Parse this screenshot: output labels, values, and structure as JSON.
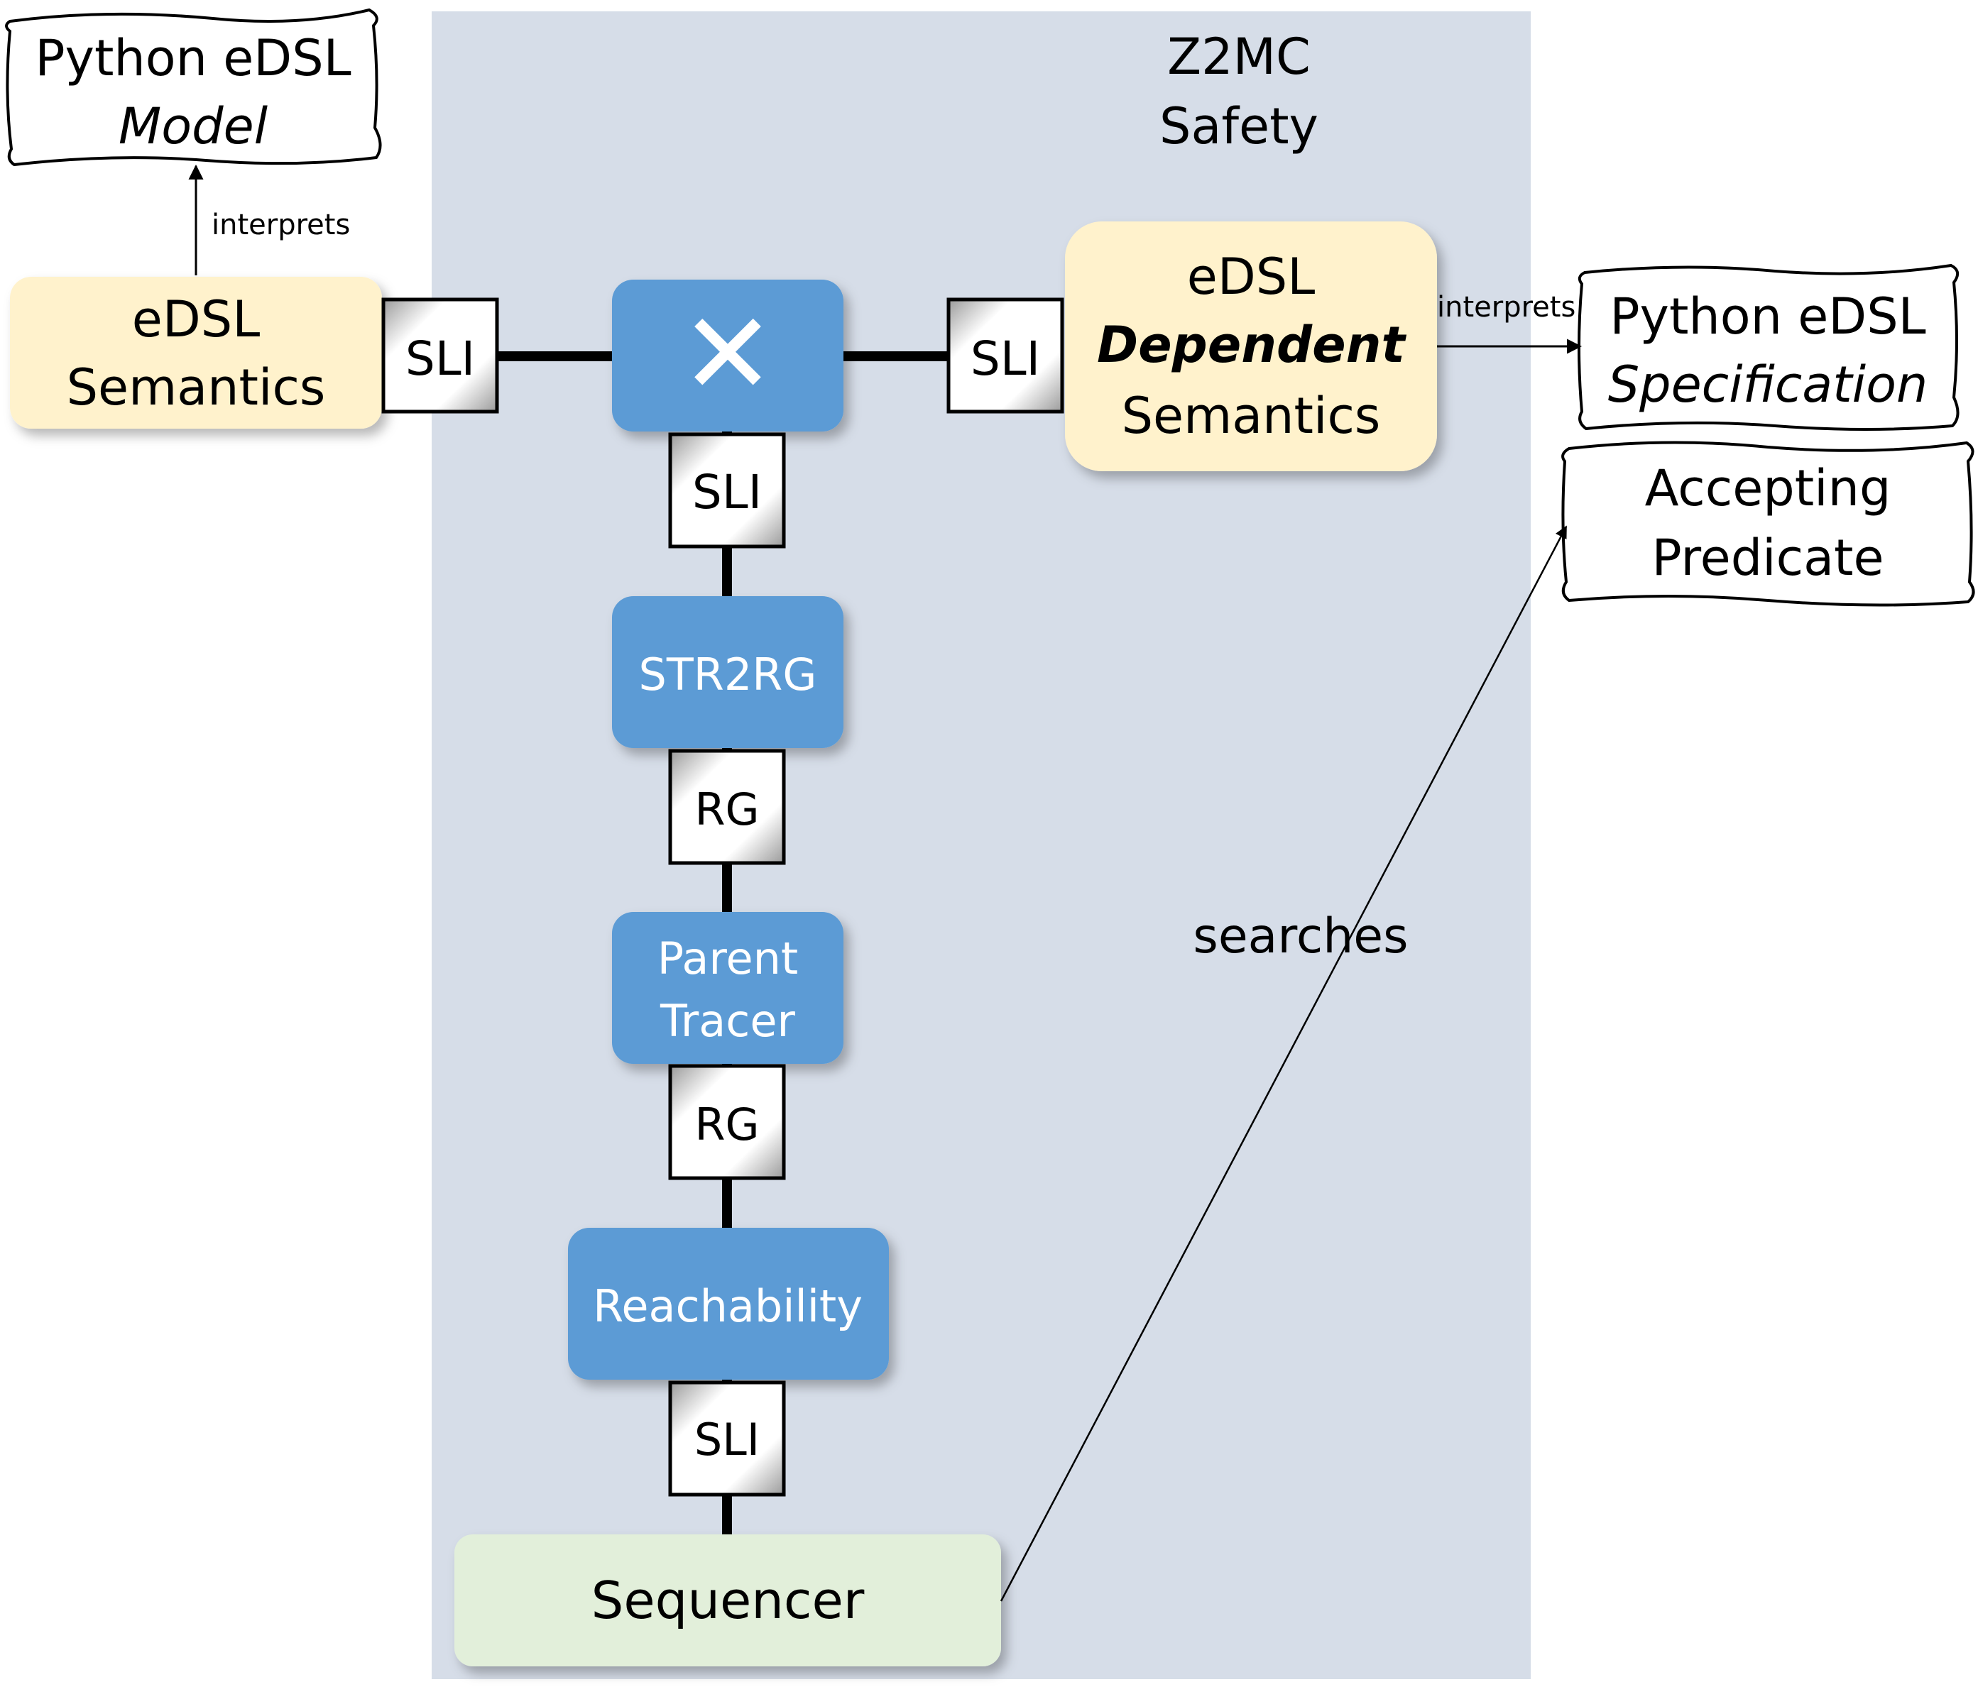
{
  "container": {
    "title_line1": "Z2MC",
    "title_line2": "Safety"
  },
  "model_doc": {
    "line1": "Python eDSL",
    "line2": "Model"
  },
  "spec_doc": {
    "line1": "Python eDSL",
    "line2": "Specification"
  },
  "accepting_doc": {
    "line1": "Accepting",
    "line2": "Predicate"
  },
  "semantics": {
    "line1": "eDSL",
    "line2": "Semantics"
  },
  "dependent_semantics": {
    "line1": "eDSL",
    "line2": "Dependent",
    "line3": "Semantics"
  },
  "product": {
    "symbol": "✕"
  },
  "str2rg": {
    "label": "STR2RG"
  },
  "parent_tracer": {
    "line1": "Parent",
    "line2": "Tracer"
  },
  "reachability": {
    "label": "Reachability"
  },
  "sequencer": {
    "label": "Sequencer"
  },
  "ports": {
    "sli_left": "SLI",
    "sli_right": "SLI",
    "sli_below_product": "SLI",
    "rg_top": "RG",
    "rg_bottom": "RG",
    "sli_bottom": "SLI"
  },
  "edges": {
    "interprets_model": "interprets",
    "interprets_spec": "interprets",
    "searches": "searches"
  },
  "colors": {
    "container_bg": "#d6dde8",
    "blue_box": "#5b9bd5",
    "yellow_box": "#fff2cc",
    "green_box": "#e2efda"
  }
}
